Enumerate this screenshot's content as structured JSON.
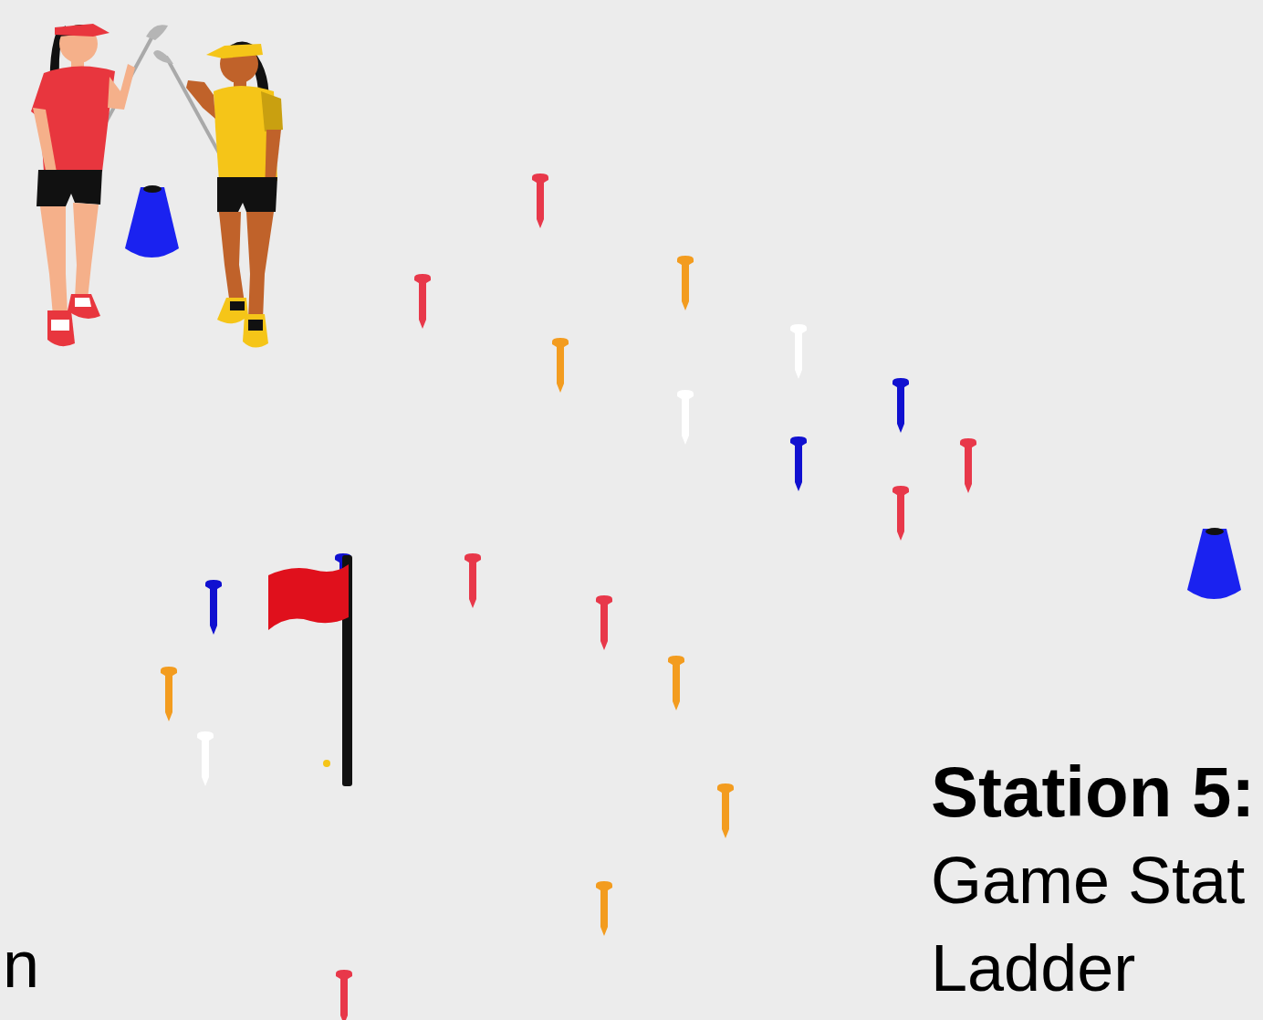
{
  "diagram": {
    "title": "Station 5:",
    "labels": [
      "Game Stat",
      "Ladder",
      "n"
    ]
  }
}
